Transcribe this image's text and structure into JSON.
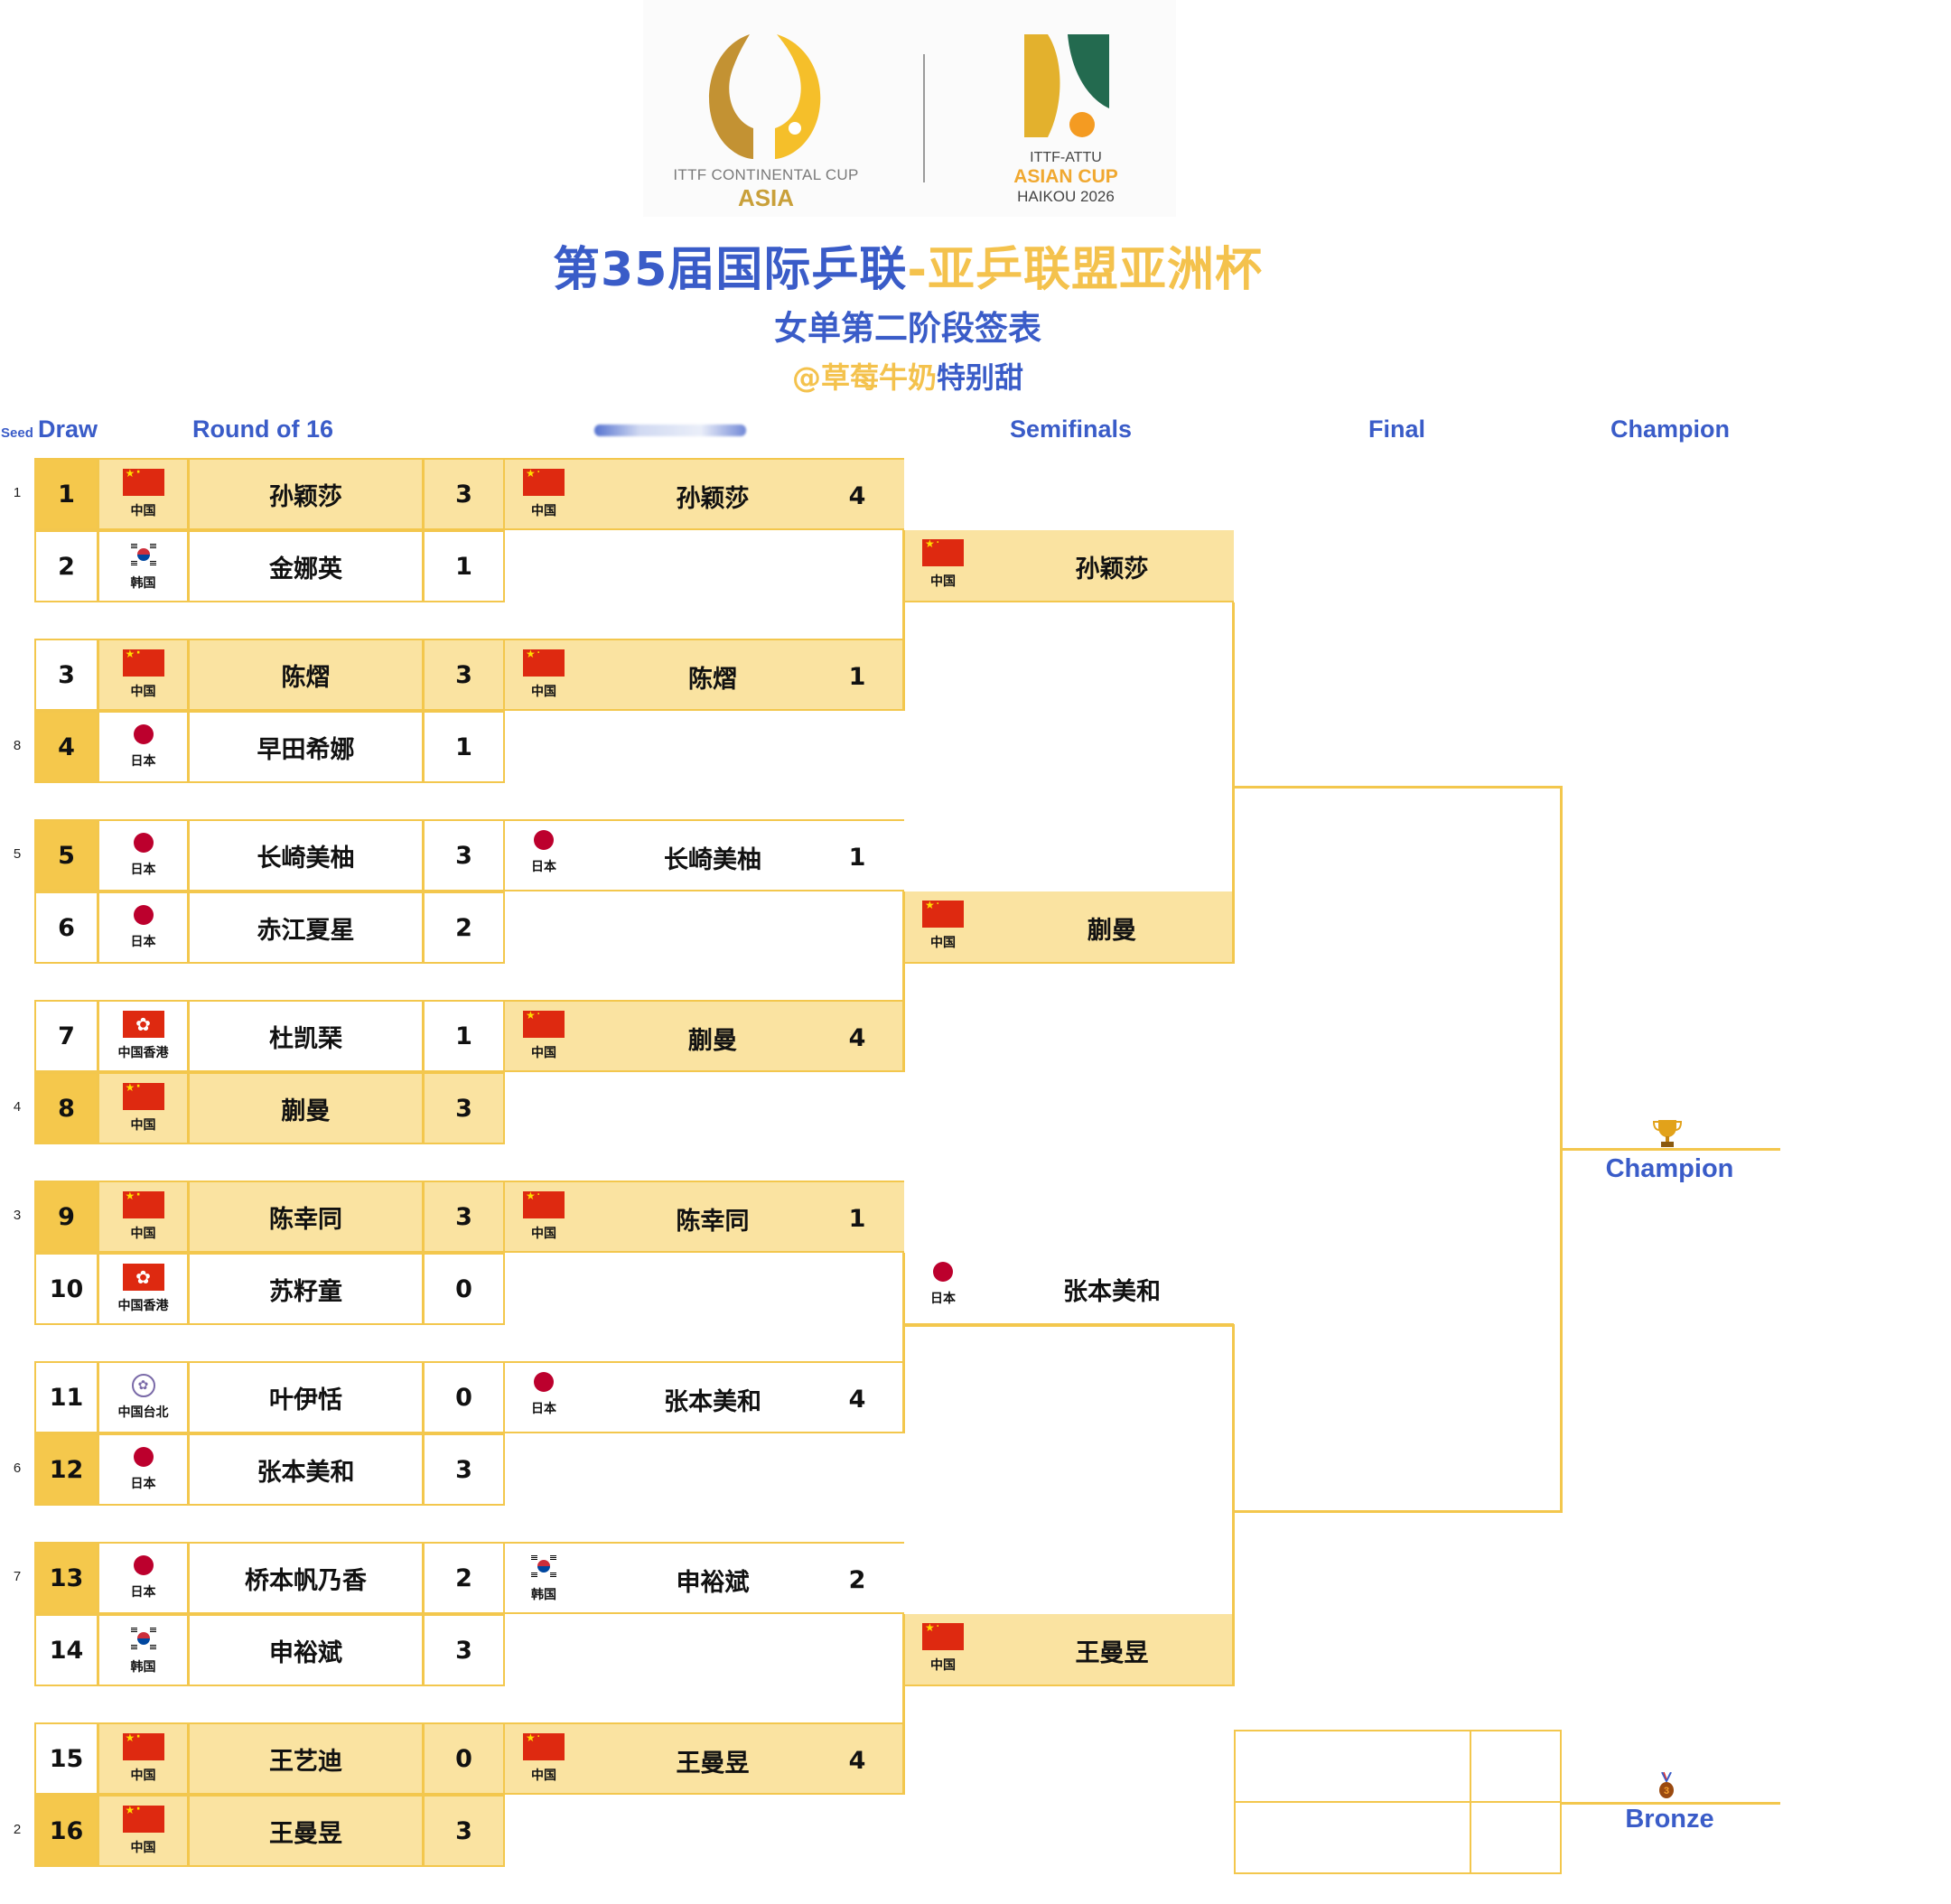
{
  "logos": {
    "left": {
      "line1": "ITTF CONTINENTAL CUP",
      "line2": "ASIA"
    },
    "right": {
      "line1": "ITTF-ATTU",
      "line2": "ASIAN CUP",
      "line3": "HAIKOU 2026"
    }
  },
  "title": {
    "part1": "第35届国际乒联",
    "part2": "-亚乒联盟亚洲杯"
  },
  "subtitle": "女单第二阶段签表",
  "credit": {
    "part1": "@草莓牛奶",
    "part2": "特别甜"
  },
  "headers": {
    "seed": "Seed",
    "draw": "Draw",
    "round16": "Round of 16",
    "semifinals": "Semifinals",
    "final": "Final",
    "champion": "Champion"
  },
  "colors": {
    "highlight": "#fae3a1",
    "seeded": "#f5c84c",
    "line": "#f3c74d",
    "blue": "#3a5cc8",
    "gold": "#f4c24d"
  },
  "round16": [
    {
      "seed": "1",
      "draw": "1",
      "country": "中国",
      "flag": "cn",
      "name": "孙颖莎",
      "score": "3"
    },
    {
      "seed": "",
      "draw": "2",
      "country": "韩国",
      "flag": "kr",
      "name": "金娜英",
      "score": "1"
    },
    {
      "seed": "",
      "draw": "3",
      "country": "中国",
      "flag": "cn",
      "name": "陈熠",
      "score": "3"
    },
    {
      "seed": "8",
      "draw": "4",
      "country": "日本",
      "flag": "jp",
      "name": "早田希娜",
      "score": "1"
    },
    {
      "seed": "5",
      "draw": "5",
      "country": "日本",
      "flag": "jp",
      "name": "长崎美柚",
      "score": "3"
    },
    {
      "seed": "",
      "draw": "6",
      "country": "日本",
      "flag": "jp",
      "name": "赤江夏星",
      "score": "2"
    },
    {
      "seed": "",
      "draw": "7",
      "country": "中国香港",
      "flag": "hk",
      "name": "杜凯琹",
      "score": "1"
    },
    {
      "seed": "4",
      "draw": "8",
      "country": "中国",
      "flag": "cn",
      "name": "蒯曼",
      "score": "3"
    },
    {
      "seed": "3",
      "draw": "9",
      "country": "中国",
      "flag": "cn",
      "name": "陈幸同",
      "score": "3"
    },
    {
      "seed": "",
      "draw": "10",
      "country": "中国香港",
      "flag": "hk",
      "name": "苏籽童",
      "score": "0"
    },
    {
      "seed": "",
      "draw": "11",
      "country": "中国台北",
      "flag": "tw",
      "name": "叶伊恬",
      "score": "0"
    },
    {
      "seed": "6",
      "draw": "12",
      "country": "日本",
      "flag": "jp",
      "name": "张本美和",
      "score": "3"
    },
    {
      "seed": "7",
      "draw": "13",
      "country": "日本",
      "flag": "jp",
      "name": "桥本帆乃香",
      "score": "2"
    },
    {
      "seed": "",
      "draw": "14",
      "country": "韩国",
      "flag": "kr",
      "name": "申裕斌",
      "score": "3"
    },
    {
      "seed": "",
      "draw": "15",
      "country": "中国",
      "flag": "cn",
      "name": "王艺迪",
      "score": "0"
    },
    {
      "seed": "2",
      "draw": "16",
      "country": "中国",
      "flag": "cn",
      "name": "王曼昱",
      "score": "3"
    }
  ],
  "quarterfinals": [
    {
      "country": "中国",
      "flag": "cn",
      "name": "孙颖莎",
      "score": "4"
    },
    {
      "country": "中国",
      "flag": "cn",
      "name": "陈熠",
      "score": "1"
    },
    {
      "country": "日本",
      "flag": "jp",
      "name": "长崎美柚",
      "score": "1"
    },
    {
      "country": "中国",
      "flag": "cn",
      "name": "蒯曼",
      "score": "4"
    },
    {
      "country": "中国",
      "flag": "cn",
      "name": "陈幸同",
      "score": "1"
    },
    {
      "country": "日本",
      "flag": "jp",
      "name": "张本美和",
      "score": "4"
    },
    {
      "country": "韩国",
      "flag": "kr",
      "name": "申裕斌",
      "score": "2"
    },
    {
      "country": "中国",
      "flag": "cn",
      "name": "王曼昱",
      "score": "4"
    }
  ],
  "semifinals": [
    {
      "country": "中国",
      "flag": "cn",
      "name": "孙颖莎"
    },
    {
      "country": "中国",
      "flag": "cn",
      "name": "蒯曼"
    },
    {
      "country": "日本",
      "flag": "jp",
      "name": "张本美和"
    },
    {
      "country": "中国",
      "flag": "cn",
      "name": "王曼昱"
    }
  ],
  "awards": {
    "champion_label": "Champion",
    "bronze_label": "Bronze",
    "trophy_icon": "trophy-icon",
    "medal_icon": "bronze-medal-icon"
  }
}
